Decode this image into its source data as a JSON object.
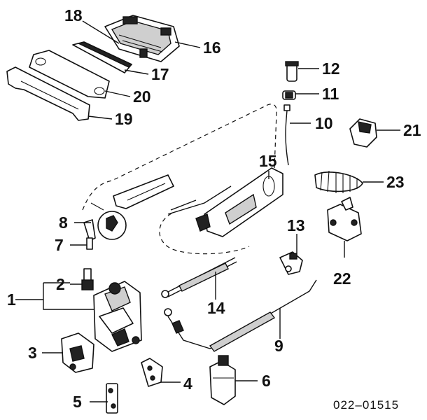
{
  "callouts": {
    "c1": "1",
    "c2": "2",
    "c3": "3",
    "c4": "4",
    "c5": "5",
    "c6": "6",
    "c7": "7",
    "c8": "8",
    "c9": "9",
    "c10": "10",
    "c11": "11",
    "c12": "12",
    "c13": "13",
    "c14": "14",
    "c15": "15",
    "c16": "16",
    "c17": "17",
    "c18": "18",
    "c19": "19",
    "c20": "20",
    "c21": "21",
    "c22": "22",
    "c23": "23"
  },
  "reference_number": "022–01515"
}
